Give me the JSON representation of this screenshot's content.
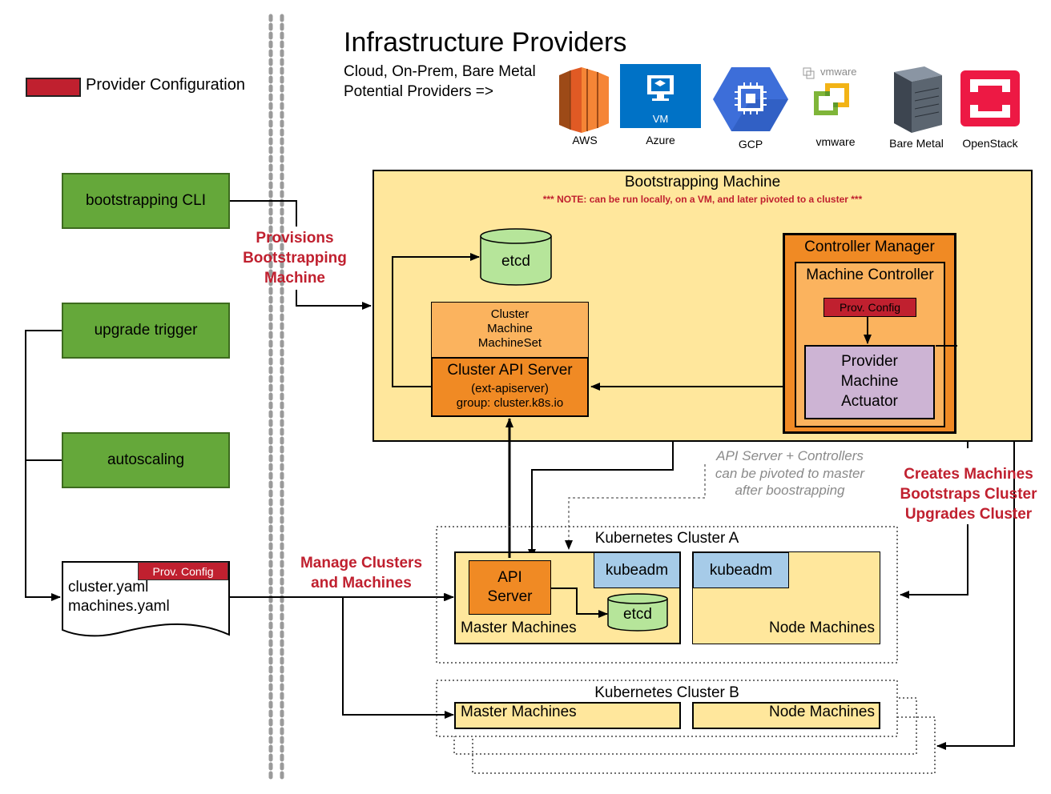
{
  "legend": {
    "label": "Provider Configuration",
    "swatch_color": "#c0202f"
  },
  "infra": {
    "title": "Infrastructure Providers",
    "subtitle": "Cloud, On-Prem, Bare Metal",
    "subtitle2": "Potential Providers =>",
    "providers": [
      {
        "label": "AWS",
        "icon": "aws-icon"
      },
      {
        "label": "Azure",
        "icon": "azure-vm-icon",
        "badge": "VM"
      },
      {
        "label": "GCP",
        "icon": "gcp-chip-icon"
      },
      {
        "label": "vmware",
        "icon": "vmware-icon",
        "badge": "vmware"
      },
      {
        "label": "Bare Metal",
        "icon": "server-icon"
      },
      {
        "label": "OpenStack",
        "icon": "openstack-icon"
      }
    ]
  },
  "inputs": {
    "cli": "bootstrapping CLI",
    "upgrade": "upgrade trigger",
    "autoscaling": "autoscaling",
    "doc_badge": "Prov. Config",
    "doc_line1": "cluster.yaml",
    "doc_line2": "machines.yaml"
  },
  "edges": {
    "provisions": [
      "Provisions",
      "Bootstrapping",
      "Machine"
    ],
    "manage": [
      "Manage Clusters",
      "and Machines"
    ],
    "creates": [
      "Creates Machines",
      "Bootstraps Cluster",
      "Upgrades Cluster"
    ],
    "pivot_note": [
      "API Server + Controllers",
      "can be pivoted to master",
      "after boostrapping"
    ]
  },
  "bootstrap": {
    "title": "Bootstrapping Machine",
    "note": "*** NOTE: can be run locally, on a VM, and later pivoted to a cluster ***",
    "etcd": "etcd",
    "crds": [
      "Cluster",
      "Machine",
      "MachineSet"
    ],
    "api_title": "Cluster API Server",
    "api_sub1": "(ext-apiserver)",
    "api_sub2": "group: cluster.k8s.io",
    "controller_manager": "Controller Manager",
    "machine_controller": "Machine Controller",
    "prov_config": "Prov. Config",
    "actuator": [
      "Provider",
      "Machine",
      "Actuator"
    ]
  },
  "cluster_a": {
    "title": "Kubernetes Cluster A",
    "api": [
      "API",
      "Server"
    ],
    "kubeadm": "kubeadm",
    "etcd": "etcd",
    "master_label": "Master Machines",
    "node_kubeadm": "kubeadm",
    "node_label": "Node Machines"
  },
  "cluster_b": {
    "title": "Kubernetes Cluster B",
    "master_label": "Master Machines",
    "node_label": "Node Machines"
  }
}
